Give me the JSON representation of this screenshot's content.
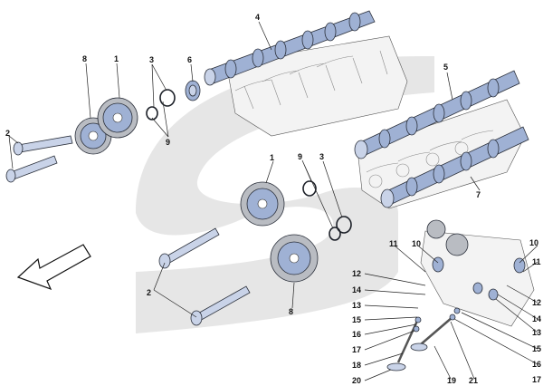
{
  "colors": {
    "part_fill": "#9fb1d4",
    "gray_swoosh": "#e6e6e6",
    "outline": "#2a2f3a"
  },
  "icons": {
    "direction": "front-direction-arrow-icon"
  },
  "callouts": [
    {
      "id": "c1a",
      "text": "1"
    },
    {
      "id": "c1b",
      "text": "1"
    },
    {
      "id": "c2a",
      "text": "2"
    },
    {
      "id": "c2b",
      "text": "2"
    },
    {
      "id": "c3a",
      "text": "3"
    },
    {
      "id": "c3b",
      "text": "3"
    },
    {
      "id": "c4",
      "text": "4"
    },
    {
      "id": "c5",
      "text": "5"
    },
    {
      "id": "c6",
      "text": "6"
    },
    {
      "id": "c7",
      "text": "7"
    },
    {
      "id": "c8a",
      "text": "8"
    },
    {
      "id": "c8b",
      "text": "8"
    },
    {
      "id": "c9a",
      "text": "9"
    },
    {
      "id": "c9b",
      "text": "9"
    },
    {
      "id": "c10a",
      "text": "10"
    },
    {
      "id": "c10b",
      "text": "10"
    },
    {
      "id": "c11a",
      "text": "11"
    },
    {
      "id": "c11b",
      "text": "11"
    },
    {
      "id": "c12a",
      "text": "12"
    },
    {
      "id": "c12b",
      "text": "12"
    },
    {
      "id": "c13a",
      "text": "13"
    },
    {
      "id": "c13b",
      "text": "13"
    },
    {
      "id": "c14a",
      "text": "14"
    },
    {
      "id": "c14b",
      "text": "14"
    },
    {
      "id": "c15a",
      "text": "15"
    },
    {
      "id": "c15b",
      "text": "15"
    },
    {
      "id": "c16a",
      "text": "16"
    },
    {
      "id": "c16b",
      "text": "16"
    },
    {
      "id": "c17a",
      "text": "17"
    },
    {
      "id": "c17b",
      "text": "17"
    },
    {
      "id": "c18",
      "text": "18"
    },
    {
      "id": "c19",
      "text": "19"
    },
    {
      "id": "c20",
      "text": "20"
    },
    {
      "id": "c21",
      "text": "21"
    }
  ]
}
